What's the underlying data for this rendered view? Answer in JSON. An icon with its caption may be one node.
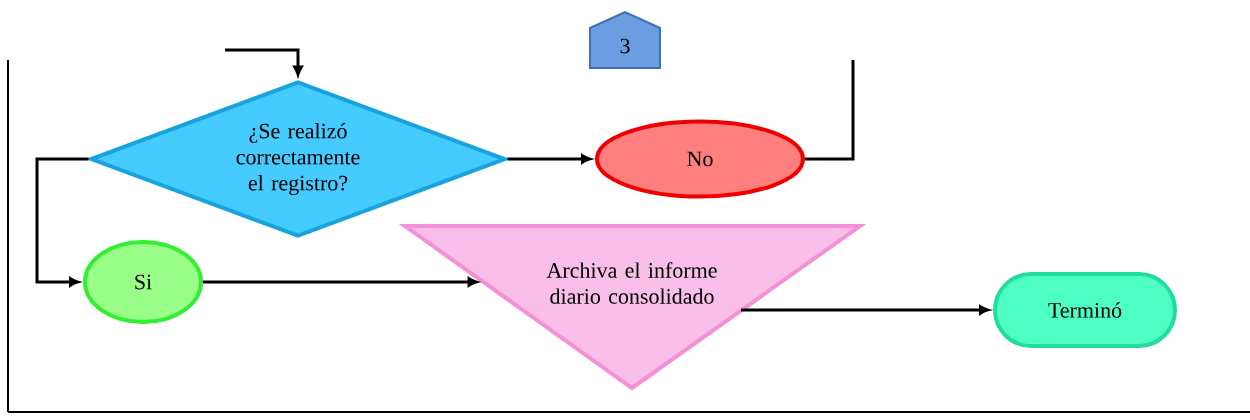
{
  "diagram": {
    "nodes": [
      {
        "text": [
          "3"
        ]
      },
      {
        "text": [
          "¿Se realizó correctamente el registro?"
        ]
      },
      {
        "text": [
          "No"
        ]
      },
      {
        "text": [
          "Si"
        ]
      },
      {
        "text": [
          "Archiva el informe diario consolidado"
        ]
      },
      {
        "text": [
          "Terminó"
        ]
      }
    ],
    "edges": [
      {
        "from": null,
        "to": 1,
        "arrow": "to"
      },
      {
        "from": 1,
        "to": 2,
        "arrow": "to"
      },
      {
        "from": 2,
        "to": null,
        "arrow": "none"
      },
      {
        "from": 1,
        "to": 3,
        "arrow": "to"
      },
      {
        "from": 3,
        "to": 4,
        "arrow": "to"
      },
      {
        "from": 4,
        "to": 5,
        "arrow": "to"
      }
    ]
  }
}
